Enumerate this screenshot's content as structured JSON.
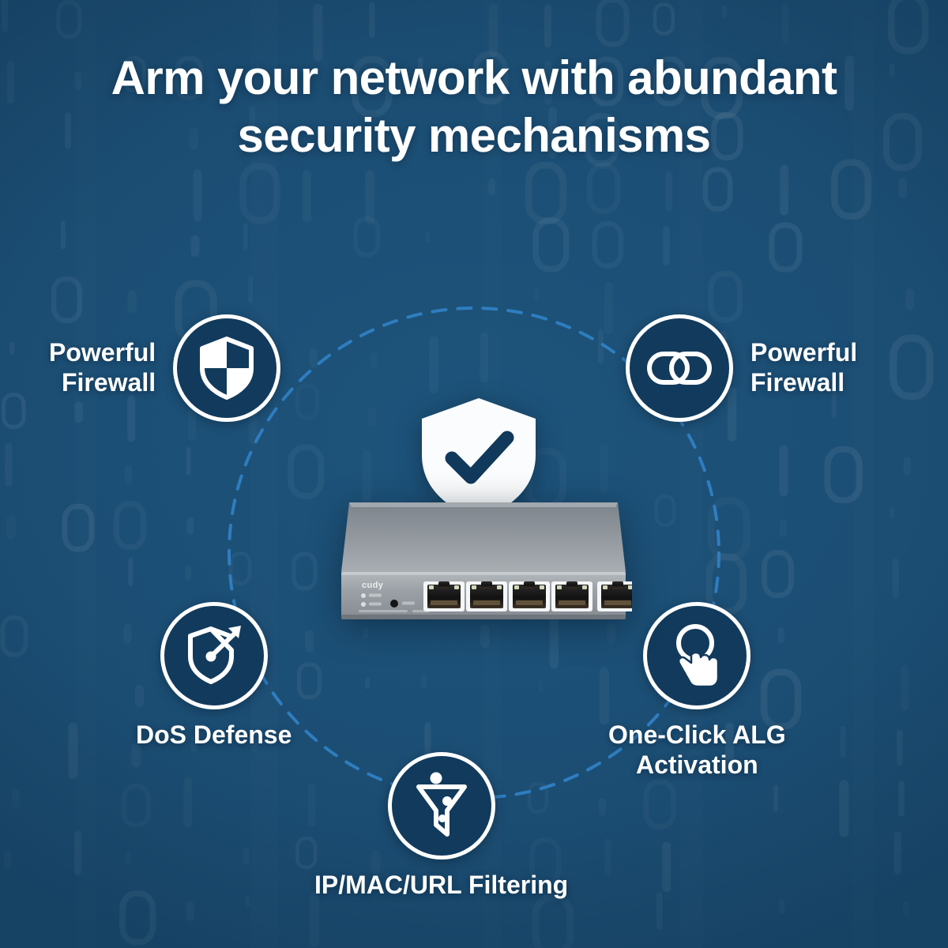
{
  "headline": {
    "line1": "Arm your network with abundant",
    "line2": "security mechanisms"
  },
  "colors": {
    "background": "#1d5077",
    "node_fill": "#123a5c",
    "node_border": "#ffffff",
    "text": "#ffffff",
    "ring_dash": "#2f7fc4",
    "shield_check": "#10395c",
    "device_body": "#8e9499",
    "device_face": "#9aa0a5"
  },
  "nodes": [
    {
      "id": "firewall-left",
      "label": "Powerful\nFirewall",
      "icon": "shield-quartered-icon",
      "align": "right"
    },
    {
      "id": "firewall-right",
      "label": "Powerful\nFirewall",
      "icon": "chain-link-icon",
      "align": "left"
    },
    {
      "id": "dos",
      "label": "DoS Defense",
      "icon": "shield-arrow-icon",
      "align": "center"
    },
    {
      "id": "alg",
      "label": "One-Click ALG\nActivation",
      "icon": "click-hand-icon",
      "align": "center"
    },
    {
      "id": "filtering",
      "label": "IP/MAC/URL Filtering",
      "icon": "funnel-filter-icon",
      "align": "center"
    }
  ],
  "center": {
    "icon": "shield-check-icon"
  },
  "device": {
    "name": "network-switch",
    "brand": "cudy",
    "port_count": 5
  }
}
